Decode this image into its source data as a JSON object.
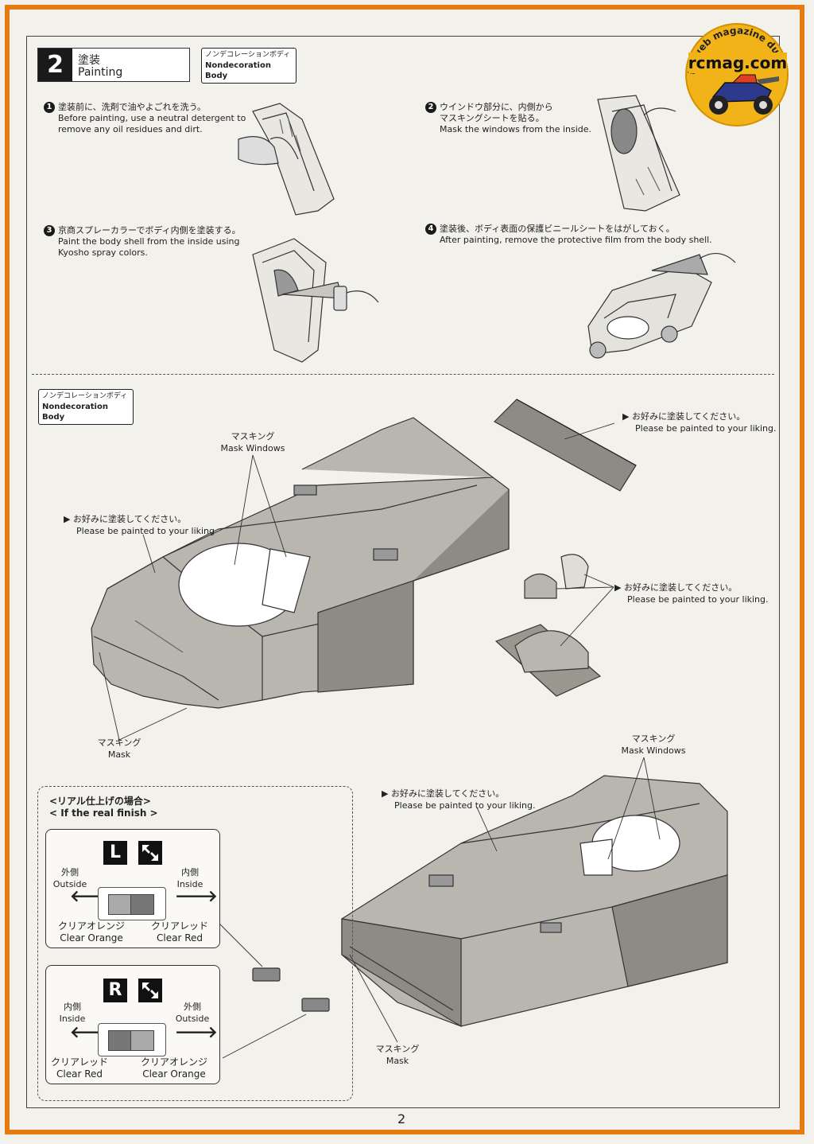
{
  "step": {
    "number": "2",
    "title_jp": "塗装",
    "title_en": "Painting"
  },
  "tag_top": {
    "jp": "ノンデコレーションボディ",
    "en": "Nondecoration Body"
  },
  "tag_mid": {
    "jp": "ノンデコレーションボディ",
    "en": "Nondecoration Body"
  },
  "logo": {
    "arc_text": "Le web magazine du modelisme",
    "brand": "rcmag.com"
  },
  "instructions": [
    {
      "num": "1",
      "jp": "塗装前に、洗剤で油やよごれを洗う。",
      "en1": "Before painting, use a neutral detergent to",
      "en2": "remove any oil residues and dirt."
    },
    {
      "num": "2",
      "jp1": "ウインドウ部分に、内側から",
      "jp2": "マスキングシートを貼る。",
      "en1": "Mask the windows from the inside."
    },
    {
      "num": "3",
      "jp": "京商スプレーカラーでボディ内側を塗装する。",
      "en1": "Paint the body shell from the inside using",
      "en2": "Kyosho spray colors."
    },
    {
      "num": "4",
      "jp": "塗装後、ボディ表面の保護ビニールシートをはがしておく。",
      "en1": "After painting, remove the protective film from the body shell."
    }
  ],
  "labels": {
    "liking_jp": "お好みに塗装してください。",
    "liking_en": "Please be painted to your liking.",
    "liking_en_alt": "Please be painted to your liking",
    "mask_windows_jp": "マスキング",
    "mask_windows_en": "Mask Windows",
    "mask_jp": "マスキング",
    "mask_en": "Mask"
  },
  "real_finish": {
    "title_jp": "<リアル仕上げの場合>",
    "title_en": "< If the real finish >",
    "left": {
      "letter": "L",
      "outside_jp": "外側",
      "outside_en": "Outside",
      "inside_jp": "内側",
      "inside_en": "Inside",
      "color1_jp": "クリアオレンジ",
      "color1_en": "Clear Orange",
      "color2_jp": "クリアレッド",
      "color2_en": "Clear Red"
    },
    "right": {
      "letter": "R",
      "inside_jp": "内側",
      "inside_en": "Inside",
      "outside_jp": "外側",
      "outside_en": "Outside",
      "color1_jp": "クリアレッド",
      "color1_en": "Clear Red",
      "color2_jp": "クリアオレンジ",
      "color2_en": "Clear Orange"
    }
  },
  "page_number": "2",
  "colors": {
    "frame": "#e87a12",
    "logo_bg": "#f2b318",
    "body_fill": "#b9b6b0",
    "body_dark": "#8e8b86"
  }
}
